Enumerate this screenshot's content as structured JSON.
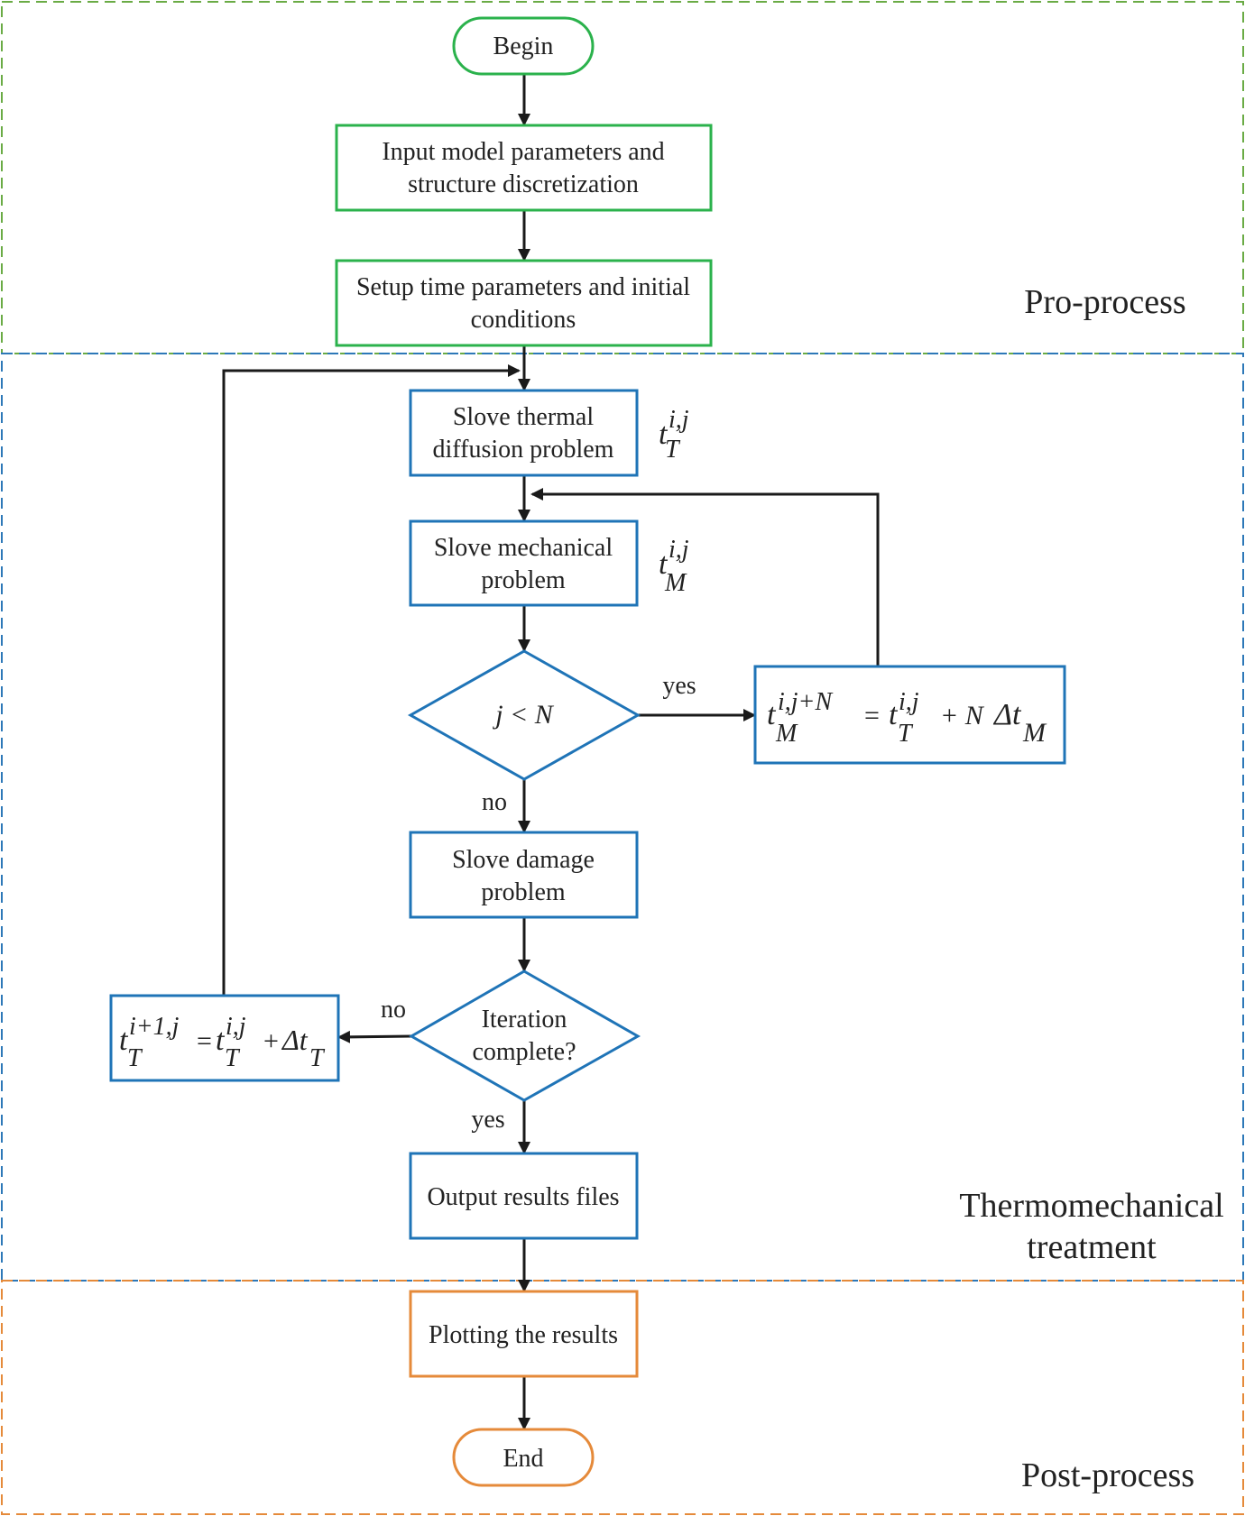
{
  "colors": {
    "green": "#2bb24c",
    "blue": "#1f74b7",
    "orange": "#e58a3a",
    "dash_green": "#6aab45",
    "dash_blue": "#2d78b8",
    "dash_orange": "#e58a3a",
    "line": "#1a1a1a"
  },
  "regions": {
    "pre": "Pro-process",
    "thermo_line1": "Thermomechanical",
    "thermo_line2": "treatment",
    "post": "Post-process"
  },
  "nodes": {
    "begin": "Begin",
    "input_line1": "Input model parameters and",
    "input_line2": "structure discretization",
    "setup_line1": "Setup time parameters and initial",
    "setup_line2": "conditions",
    "thermal_line1": "Slove thermal",
    "thermal_line2": "diffusion problem",
    "mech_line1": "Slove mechanical",
    "mech_line2": "problem",
    "decision_j": "j < N",
    "damage_line1": "Slove damage",
    "damage_line2": "problem",
    "iter_line1": "Iteration",
    "iter_line2": "complete?",
    "output": "Output results files",
    "plot": "Plotting the results",
    "end": "End"
  },
  "edges": {
    "yes_jN": "yes",
    "no_jN": "no",
    "no_iter": "no",
    "yes_iter": "yes"
  },
  "math": {
    "t": "t",
    "T": "T",
    "M": "M",
    "ij": "i,j",
    "ijN": "i,j+N",
    "i1j": "i+1,j",
    "eq": "=",
    "plusN": "+ N",
    "plus": "+",
    "delta_t": "Δt"
  }
}
